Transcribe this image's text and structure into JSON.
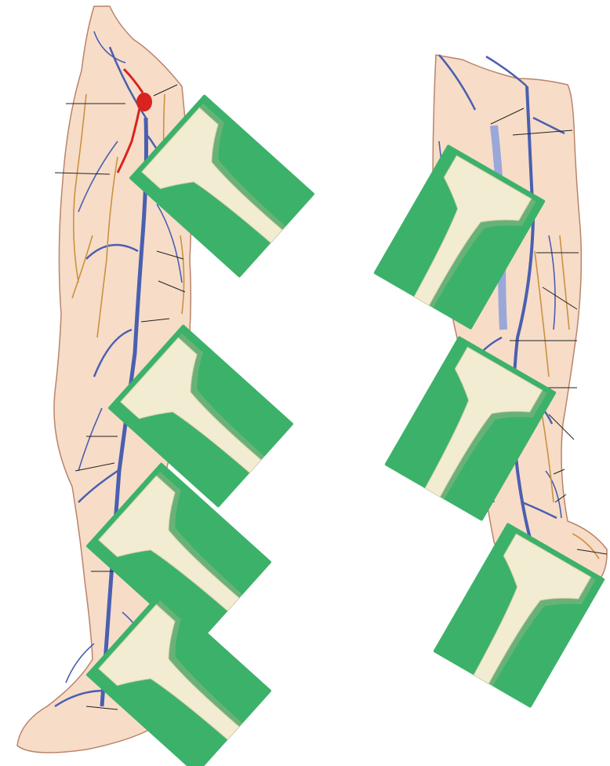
{
  "figure": {
    "views": [
      {
        "name": "anterior-medial-leg",
        "structures": [
          "great-saphenous-vein",
          "femoral-artery",
          "cutaneous-nerves"
        ]
      },
      {
        "name": "posterior-leg",
        "structures": [
          "small-saphenous-vein",
          "cutaneous-nerves"
        ]
      }
    ],
    "probe_count": 7,
    "probe_icon": "linear-ultrasound-transducer-icon",
    "colors": {
      "background": "#ffffff",
      "skin": "#f7dcc8",
      "skin_outline": "#b9846a",
      "vein": "#4a5fb0",
      "vein_light": "#9aa7d9",
      "artery": "#d8231e",
      "nerve": "#c9933f",
      "probe_panel": "#3cb16a",
      "probe_body": "#f1ecd2",
      "leader_line": "#222222"
    }
  }
}
